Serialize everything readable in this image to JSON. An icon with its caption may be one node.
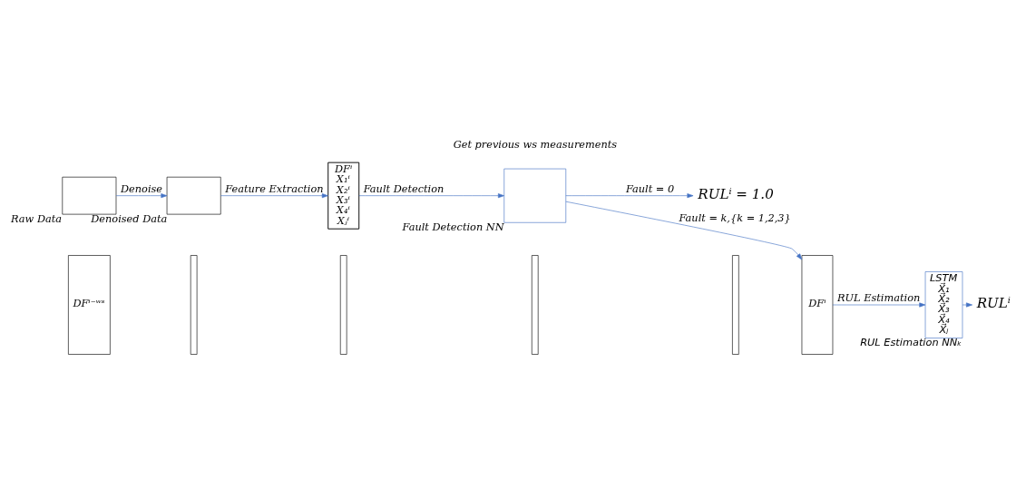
{
  "diagram": {
    "nodes": [
      {
        "text": [],
        "shape": "box",
        "beside": [
          "Raw Data"
        ]
      },
      {
        "text": [],
        "shape": "box",
        "beside": [
          "Denoised Data"
        ]
      },
      {
        "text": [
          "DFⁱ",
          "X₁ⁱ",
          "X₂ⁱ",
          "X₃ⁱ",
          "X₄ⁱ",
          "Xⱼⁱ"
        ]
      },
      {
        "text": [],
        "shape": "box",
        "beside": [
          "Fault Detection NN"
        ]
      },
      {
        "text": [
          "RULⁱ = 1.0"
        ]
      },
      {
        "text": [
          "DFⁱ⁻ʷˢ"
        ]
      },
      {
        "text": [],
        "shape": "box"
      },
      {
        "text": [],
        "shape": "box"
      },
      {
        "text": [],
        "shape": "box"
      },
      {
        "text": [],
        "shape": "box"
      },
      {
        "text": [
          "DFⁱ"
        ]
      },
      {
        "text": [
          "LSTM",
          "X⃗₁",
          "X⃗₂",
          "X⃗₃",
          "X⃗₄",
          "X⃗ⱼ"
        ],
        "beside": [
          "RUL Estimation NNₖ"
        ]
      },
      {
        "text": [
          "RULⁱ"
        ]
      }
    ],
    "edges": [
      {
        "from": 0,
        "to": 1,
        "arrow": "to",
        "label": "Denoise"
      },
      {
        "from": 1,
        "to": 2,
        "arrow": "to",
        "label": "Feature Extraction"
      },
      {
        "from": 2,
        "to": 3,
        "arrow": "to",
        "label": "Fault Detection"
      },
      {
        "from": 3,
        "to": 4,
        "arrow": "to",
        "label": "Fault = 0"
      },
      {
        "from": 3,
        "to": 10,
        "arrow": "to",
        "label": "Fault = k,{k = 1,2,3}"
      },
      {
        "from": 10,
        "to": 11,
        "arrow": "to",
        "label": "RUL Estimation"
      },
      {
        "from": 11,
        "to": 12,
        "arrow": "to"
      }
    ],
    "labels": [
      "Get previous ws measurements"
    ]
  }
}
